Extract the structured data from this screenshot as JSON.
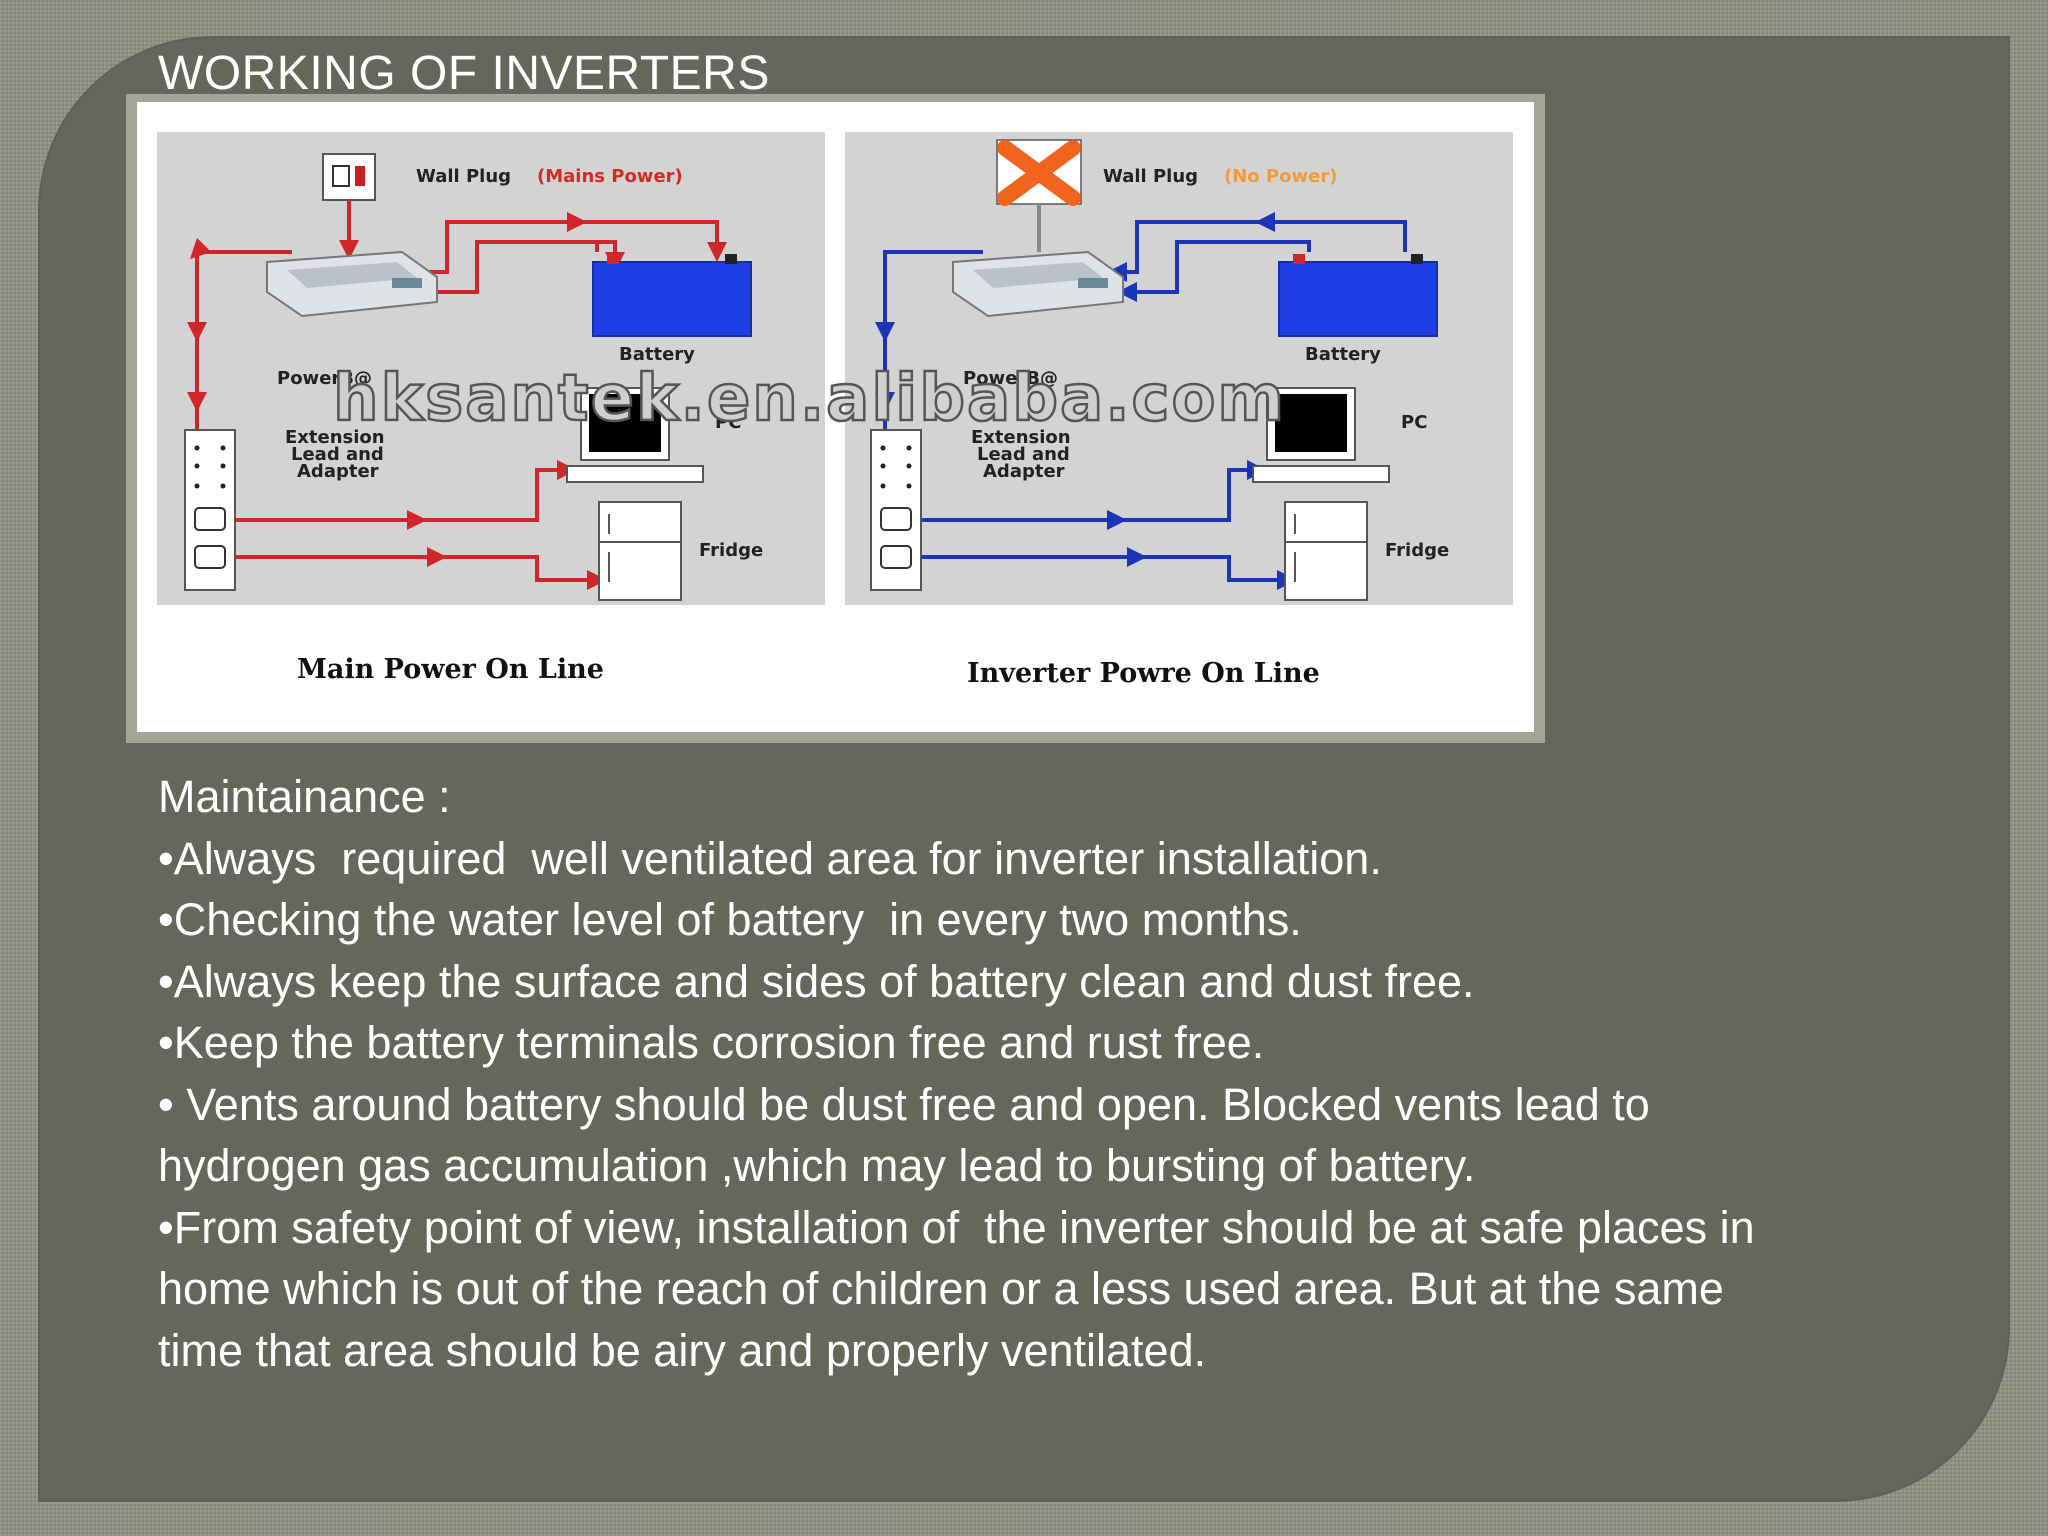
{
  "slide": {
    "title": "WORKING  OF INVERTERS",
    "figure": {
      "left_panel": {
        "wall_plug_label": "Wall Plug",
        "wall_plug_status": "(Mains Power)",
        "inverter_label": "PowerB@",
        "battery_label": "Battery",
        "extension_label_lines": [
          "Extension",
          "Lead and",
          "Adapter"
        ],
        "pc_label": "PC",
        "fridge_label": "Fridge",
        "caption": "Main Power On Line"
      },
      "right_panel": {
        "wall_plug_label": "Wall Plug",
        "wall_plug_status": "(No Power)",
        "inverter_label": "PowerB@",
        "battery_label": "Battery",
        "extension_label_lines": [
          "Extension",
          "Lead and",
          "Adapter"
        ],
        "pc_label": "PC",
        "fridge_label": "Fridge",
        "caption": "Inverter Powre On Line"
      },
      "watermark": "hksantek.en.alibaba.com",
      "colors": {
        "mains_wire": "#d0252a",
        "inverter_wire": "#1c35b8",
        "battery": "#1f3fe6",
        "no_power_x": "#f0641e"
      }
    },
    "maintenance": {
      "heading": "Maintainance :",
      "items": [
        "•Always  required  well ventilated area for inverter installation.",
        "•Checking the water level of battery  in every two months.",
        "•Always keep the surface and sides of battery clean and dust free.",
        "•Keep the battery terminals corrosion free and rust free.",
        "• Vents around battery should be dust free and open. Blocked vents lead to hydrogen gas accumulation ,which may lead to bursting of battery.",
        "•From safety point of view, installation of  the inverter should be at safe places in home which is out of the reach of children or a less used area. But at the same time that area should be airy and properly ventilated."
      ]
    }
  }
}
